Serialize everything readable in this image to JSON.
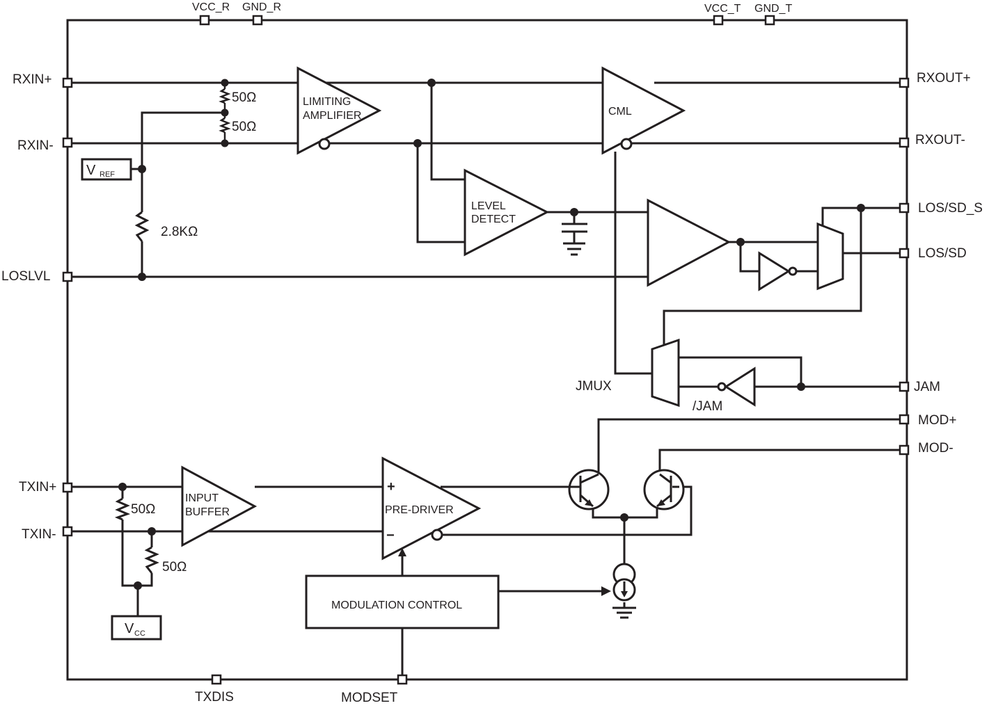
{
  "pins": {
    "vcc_r": "VCC_R",
    "gnd_r": "GND_R",
    "vcc_t": "VCC_T",
    "gnd_t": "GND_T",
    "rxin_p": "RXIN+",
    "rxin_n": "RXIN-",
    "loslvl": "LOSLVL",
    "txin_p": "TXIN+",
    "txin_n": "TXIN-",
    "rxout_p": "RXOUT+",
    "rxout_n": "RXOUT-",
    "los_sd_s": "LOS/SD_S",
    "los_sd": "LOS/SD",
    "jam": "JAM",
    "mod_p": "MOD+",
    "mod_n": "MOD-",
    "txdis": "TXDIS",
    "modset": "MODSET"
  },
  "blocks": {
    "limiting_amp_line1": "LIMITING",
    "limiting_amp_line2": "AMPLIFIER",
    "cml": "CML",
    "level_detect_line1": "LEVEL",
    "level_detect_line2": "DETECT",
    "input_buffer_line1": "INPUT",
    "input_buffer_line2": "BUFFER",
    "pre_driver": "PRE-DRIVER",
    "modulation_control": "MODULATION CONTROL",
    "vref_main": "V",
    "vref_sub": "REF",
    "vcc_main": "V",
    "vcc_sub": "CC"
  },
  "labels": {
    "r_rx_top": "50Ω",
    "r_rx_bottom": "50Ω",
    "r_loslvl": "2.8KΩ",
    "r_tx_left": "50Ω",
    "r_tx_right": "50Ω",
    "jmux": "JMUX",
    "jam_bar": "/JAM",
    "plus": "+",
    "minus": "−"
  }
}
